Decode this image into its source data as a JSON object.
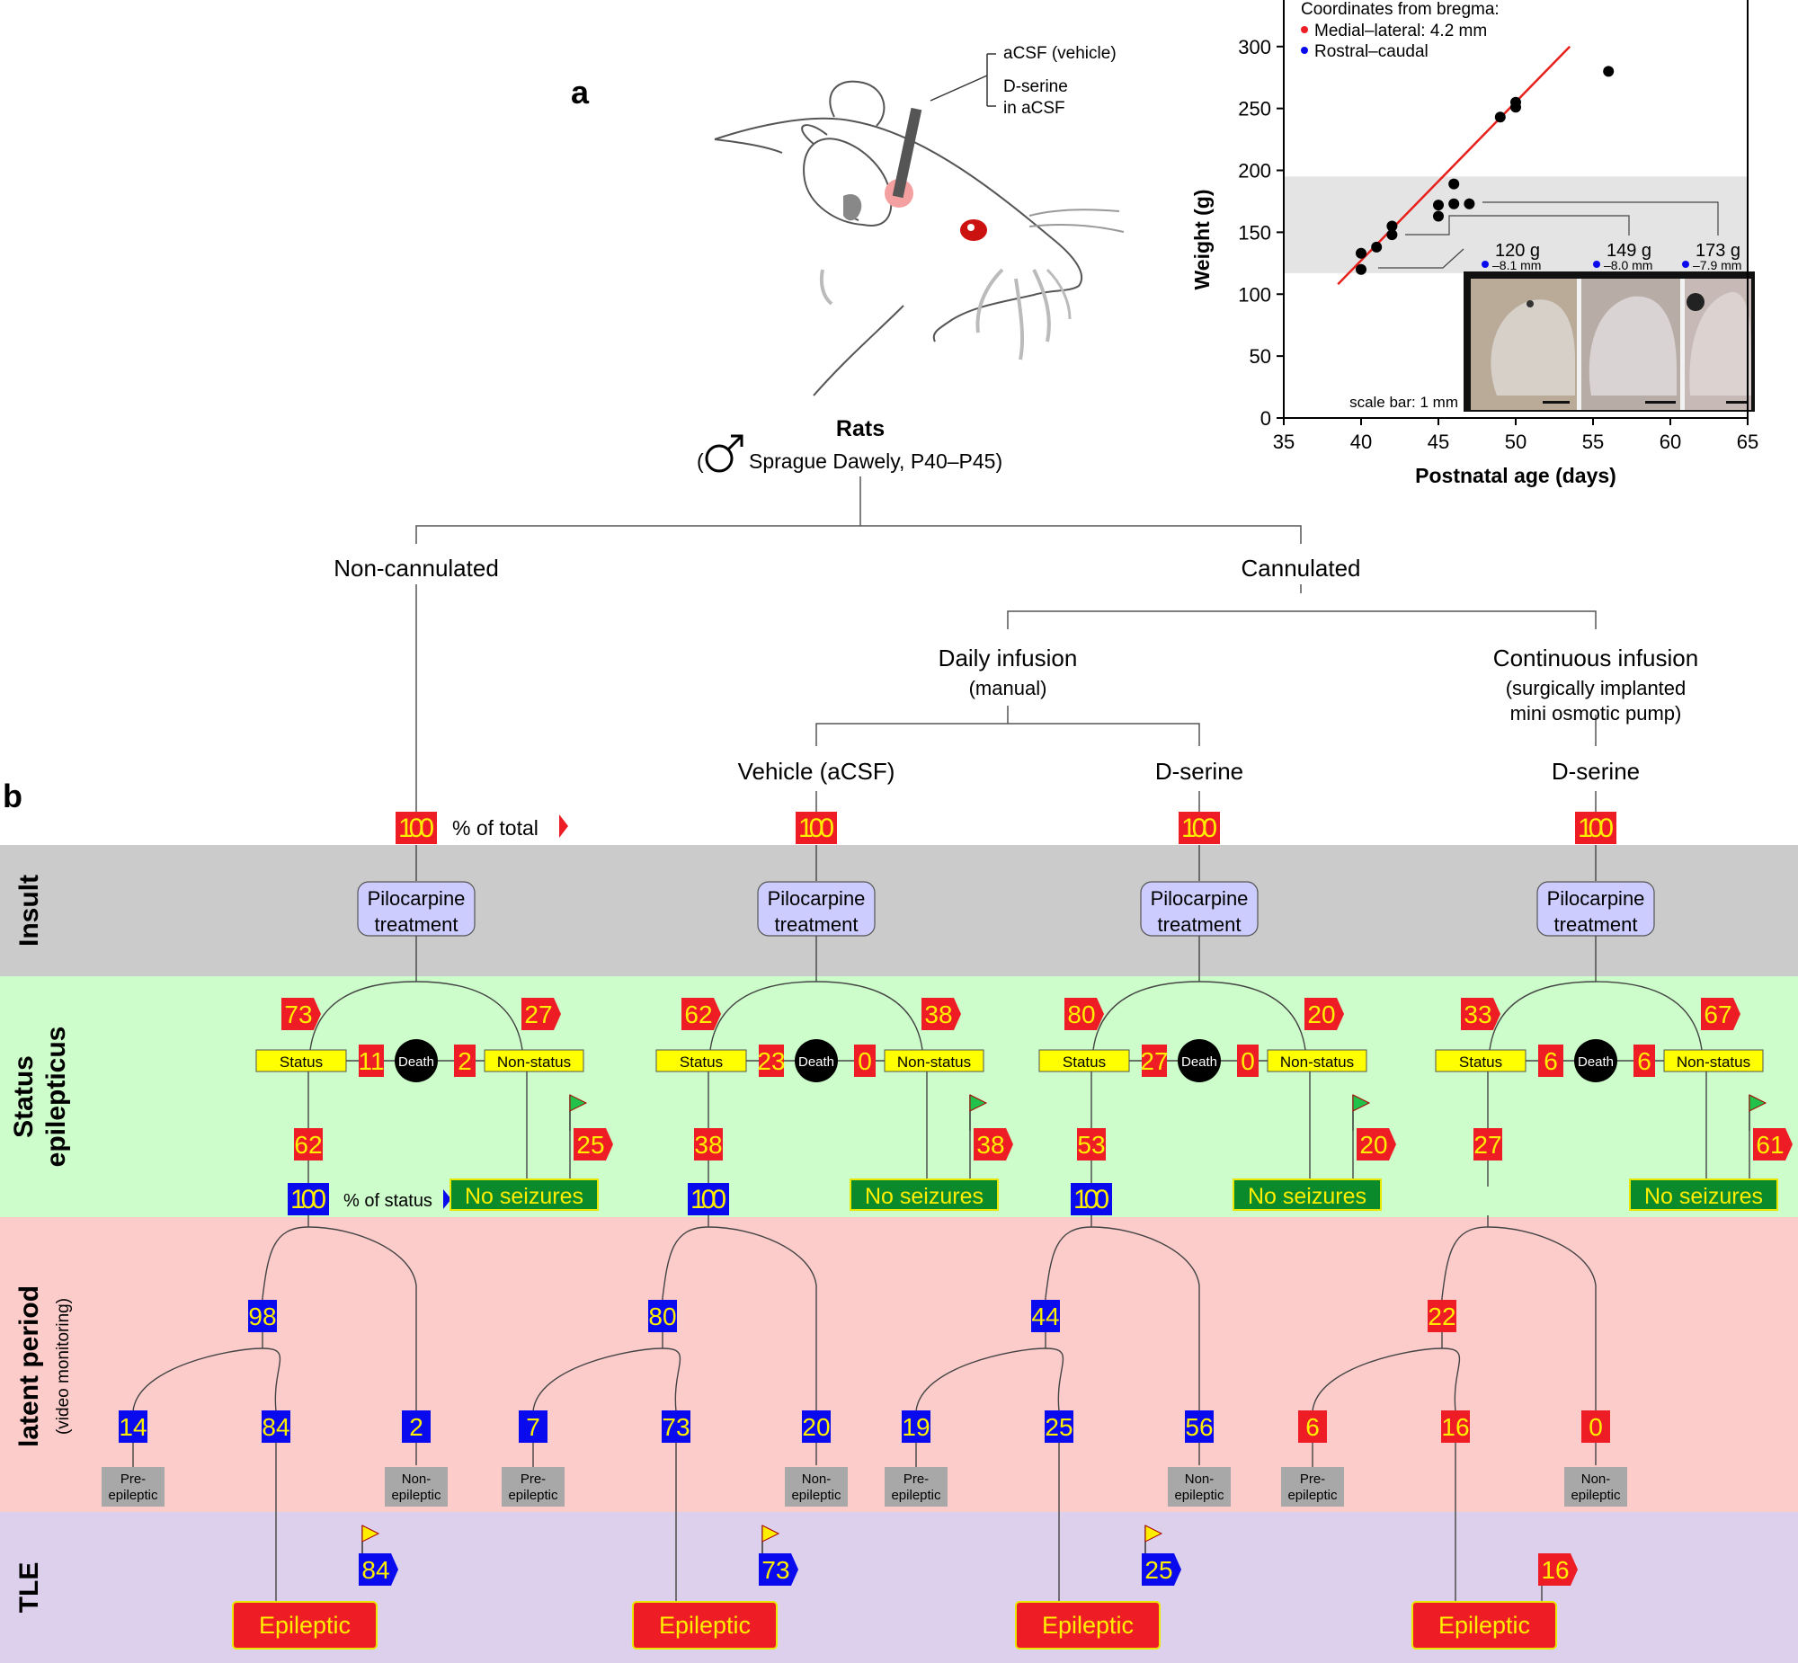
{
  "panel_a_label": "a",
  "panel_b_label": "b",
  "cannula_labels": {
    "vehicle": "aCSF (vehicle)",
    "dserine_line1": "D-serine",
    "dserine_line2": "in aCSF"
  },
  "subject": {
    "title": "Rats",
    "paren_open": "(",
    "detail": "Sprague Dawely, P40–P45)"
  },
  "chart": {
    "legend_title": "Coordinates from bregma:",
    "legend_ml": "Medial–lateral: 4.2 mm",
    "legend_rc": "Rostral–caudal",
    "callouts": [
      {
        "weight": "120 g",
        "coord": "–8.1 mm"
      },
      {
        "weight": "149 g",
        "coord": "–8.0 mm"
      },
      {
        "weight": "173 g",
        "coord": "–7.9 mm"
      }
    ],
    "scale_bar": "scale bar: 1 mm"
  },
  "chart_data": {
    "type": "scatter",
    "xlabel": "Postnatal age (days)",
    "ylabel": "Weight (g)",
    "xlim": [
      35,
      65
    ],
    "ylim": [
      0,
      310
    ],
    "xticks": [
      35,
      40,
      45,
      50,
      55,
      60,
      65
    ],
    "yticks": [
      0,
      50,
      100,
      150,
      200,
      250,
      300
    ],
    "points": [
      {
        "x": 40,
        "y": 133
      },
      {
        "x": 40,
        "y": 120
      },
      {
        "x": 41,
        "y": 138
      },
      {
        "x": 42,
        "y": 155
      },
      {
        "x": 42,
        "y": 148
      },
      {
        "x": 45,
        "y": 172
      },
      {
        "x": 45,
        "y": 163
      },
      {
        "x": 46,
        "y": 189
      },
      {
        "x": 46,
        "y": 173
      },
      {
        "x": 47,
        "y": 173
      },
      {
        "x": 49,
        "y": 243
      },
      {
        "x": 50,
        "y": 255
      },
      {
        "x": 50,
        "y": 251
      },
      {
        "x": 56,
        "y": 280
      }
    ],
    "fit_line": {
      "x": [
        38.5,
        53.5
      ],
      "y": [
        108,
        300
      ],
      "color": "#e8201c"
    },
    "shaded_band_y": [
      117,
      195
    ],
    "point_color": "#000000"
  },
  "tree": {
    "non_cannulated": "Non-cannulated",
    "cannulated": "Cannulated",
    "daily": "Daily infusion",
    "daily_sub": "(manual)",
    "continuous": "Continuous infusion",
    "continuous_sub1": "(surgically implanted",
    "continuous_sub2": "mini osmotic pump)",
    "vehicle": "Vehicle (aCSF)",
    "dserine_a": "D-serine",
    "dserine_b": "D-serine"
  },
  "bands": [
    {
      "label": "Insult",
      "color": "#cbcbcb"
    },
    {
      "label1": "Status",
      "label2": "epilepticus",
      "color": "#cdfdca"
    },
    {
      "label1": "latent period",
      "label2": "(video monitoring)",
      "color": "#fccccb"
    },
    {
      "label": "TLE",
      "color": "#ddd0ed"
    }
  ],
  "pct_total_label": "% of total",
  "pct_status_label": "% of status",
  "labels": {
    "pilocarpine1": "Pilocarpine",
    "pilocarpine2": "treatment",
    "status": "Status",
    "non_status": "Non-status",
    "death": "Death",
    "no_seizures": "No seizures",
    "pre1": "Pre-",
    "pre2": "epileptic",
    "non1": "Non-",
    "non2": "epileptic",
    "epileptic": "Epileptic"
  },
  "columns": [
    {
      "total": "100",
      "status": "73",
      "nonstatus": "27",
      "death_s": "11",
      "death_n": "2",
      "status_alive": "62",
      "no_seizures": "25",
      "status_base": "100",
      "latent": "98",
      "pre": "14",
      "epi": "84",
      "non": "2",
      "tle": "84"
    },
    {
      "total": "100",
      "status": "62",
      "nonstatus": "38",
      "death_s": "23",
      "death_n": "0",
      "status_alive": "38",
      "no_seizures": "38",
      "status_base": "100",
      "latent": "80",
      "pre": "7",
      "epi": "73",
      "non": "20",
      "tle": "73"
    },
    {
      "total": "100",
      "status": "80",
      "nonstatus": "20",
      "death_s": "27",
      "death_n": "0",
      "status_alive": "53",
      "no_seizures": "20",
      "status_base": "100",
      "latent": "44",
      "pre": "19",
      "epi": "25",
      "non": "56",
      "tle": "25"
    },
    {
      "total": "100",
      "status": "33",
      "nonstatus": "67",
      "death_s": "6",
      "death_n": "6",
      "status_alive": "27",
      "no_seizures": "61",
      "status_base": "",
      "latent": "22",
      "pre": "6",
      "epi": "16",
      "non": "0",
      "tle": "16"
    }
  ],
  "colors": {
    "red_box": "#ee1c24",
    "blue_box": "#0a0aee",
    "yellow_text": "#ffee00",
    "status_yellow": "#ffff00",
    "pilo_fill": "#ccccff",
    "no_seiz_green": "#0a8a2a",
    "flag_green": "#22c24a",
    "flag_yellow": "#ffee00",
    "gray_box": "#a8a8a8"
  }
}
